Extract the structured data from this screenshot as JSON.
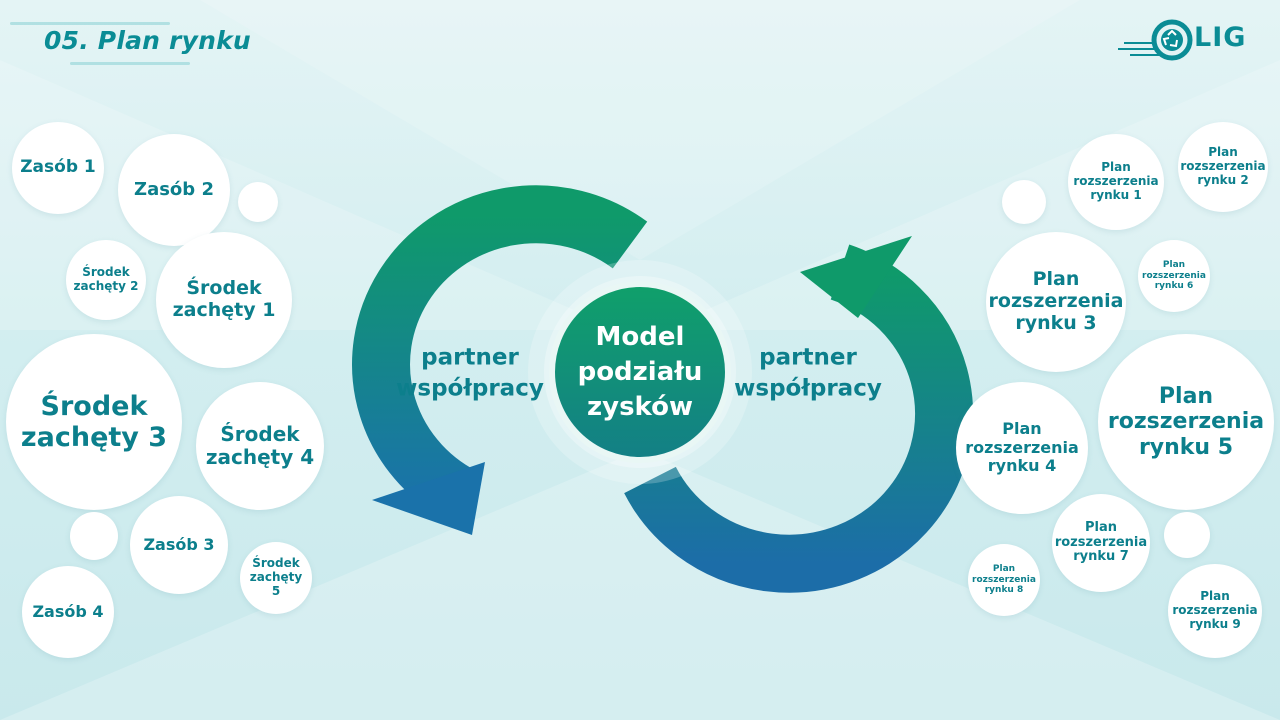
{
  "header": {
    "title": "05. Plan rynku"
  },
  "logo": {
    "text": "LIG"
  },
  "diagram": {
    "center_label": "Model podziału zysków",
    "left_loop_label": "partner współpracy",
    "right_loop_label": "partner współpracy"
  },
  "left_bubbles": [
    "Zasób 1",
    "Zasób 2",
    "Środek zachęty 2",
    "Środek zachęty 1",
    "Środek zachęty 3",
    "Środek zachęty 4",
    "Zasób 3",
    "Środek zachęty 5",
    "Zasób 4"
  ],
  "right_bubbles": [
    "Plan rozszerzenia rynku 1",
    "Plan rozszerzenia rynku 2",
    "Plan rozszerzenia rynku 6",
    "Plan rozszerzenia rynku 3",
    "Plan rozszerzenia rynku 4",
    "Plan rozszerzenia rynku 5",
    "Plan rozszerzenia rynku 7",
    "Plan rozszerzenia rynku 8",
    "Plan rozszerzenia rynku 9"
  ],
  "colors": {
    "accent": "#0a8c95",
    "green": "#0f9a6a",
    "blue": "#1a6fa8",
    "text": "#0c7f8c"
  }
}
